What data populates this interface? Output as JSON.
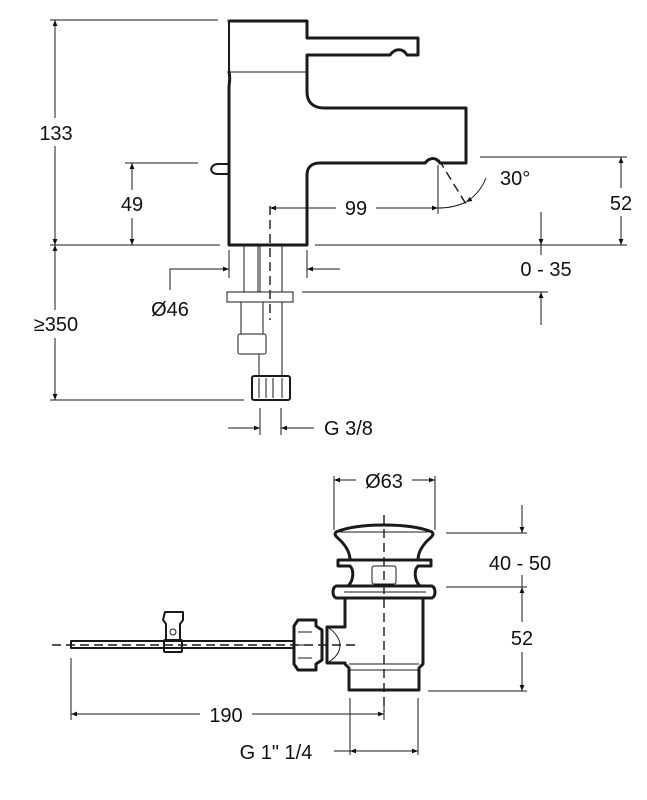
{
  "title": "Basin mixer and pop-up waste dimension drawing",
  "units": "mm",
  "mixer": {
    "dimensions": {
      "overall_height": "133",
      "lever_height": "49",
      "spout_reach": "99",
      "spout_angle": "30°",
      "spout_outlet_height": "52",
      "deck_thickness": "0 - 35",
      "base_diameter": "Ø46",
      "hose_length": "≥350",
      "connection_thread": "G 3/8"
    }
  },
  "waste": {
    "dimensions": {
      "head_diameter": "Ø63",
      "adjustable_height": "40 - 50",
      "body_height": "52",
      "rod_length": "190",
      "outlet_thread": "G 1\" 1/4"
    }
  }
}
